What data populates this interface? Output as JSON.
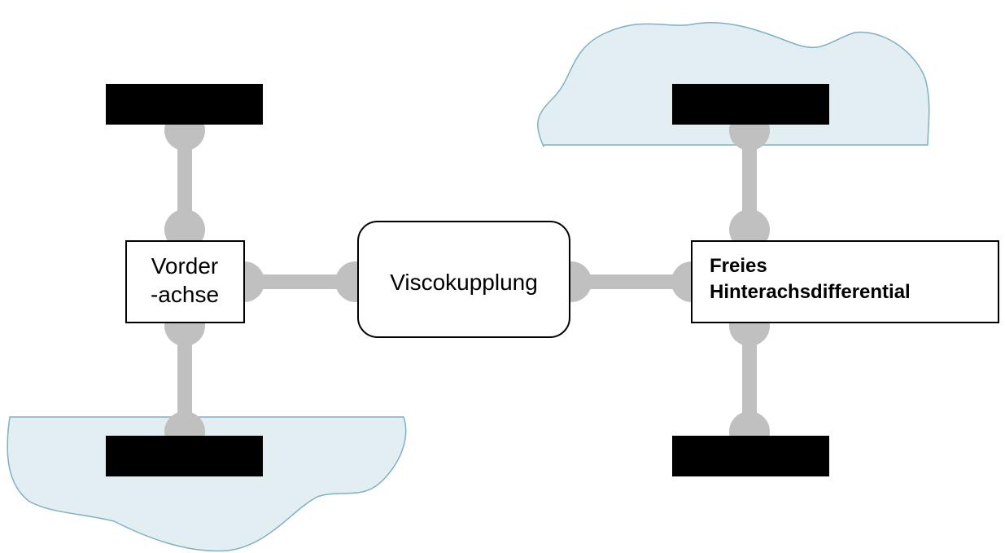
{
  "labels": {
    "front_axle_line1": "Vorder",
    "front_axle_line2": "-achse",
    "visco": "Viscokupplung",
    "rear_diff_line1": "Freies",
    "rear_diff_line2": "Hinterachsdifferential"
  },
  "colors": {
    "shaft": "#c0c0c0",
    "wheel": "#000000",
    "puddle_fill": "#e2eef2",
    "puddle_stroke": "#7fb0c4",
    "box_stroke": "#000000"
  }
}
